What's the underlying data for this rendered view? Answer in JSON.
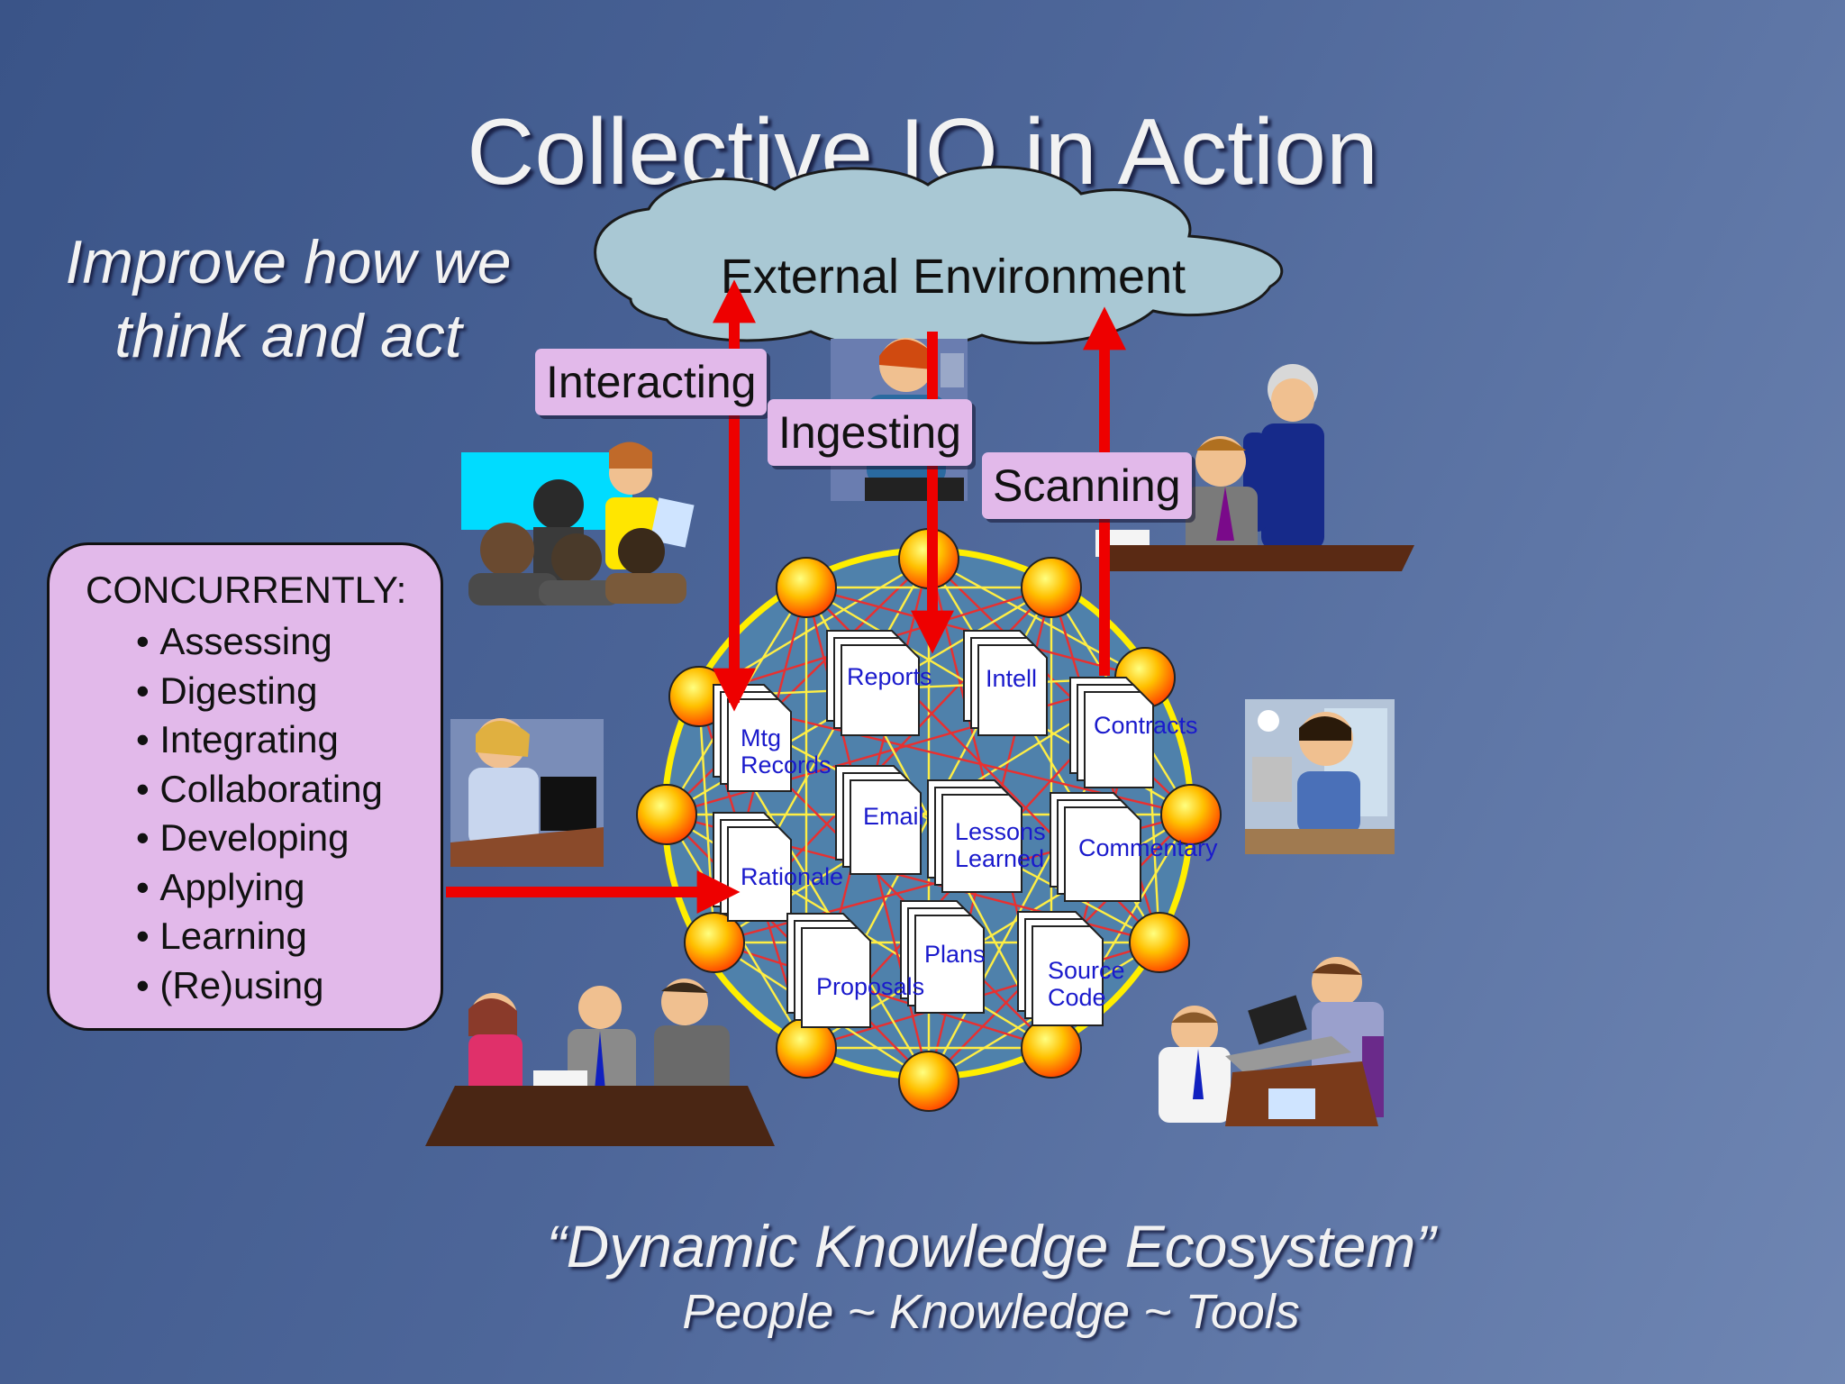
{
  "slide": {
    "title": "Collective IQ in Action",
    "subtitle_lines": [
      "Improve how we",
      "think and act"
    ],
    "footer_main": "“Dynamic Knowledge Ecosystem”",
    "footer_sub": "People ~ Knowledge ~ Tools"
  },
  "environment": {
    "label": "External Environment"
  },
  "actions": [
    {
      "label": "Interacting",
      "direction": "out"
    },
    {
      "label": "Ingesting",
      "direction": "in"
    },
    {
      "label": "Scanning",
      "direction": "out"
    }
  ],
  "concurrently": {
    "title": "CONCURRENTLY:",
    "items": [
      "Assessing",
      "Digesting",
      "Integrating",
      "Collaborating",
      "Developing",
      "Applying",
      "Learning",
      "(Re)using"
    ]
  },
  "knowledge_documents": [
    {
      "lines": [
        "Reports"
      ]
    },
    {
      "lines": [
        "Intell"
      ]
    },
    {
      "lines": [
        "Contracts"
      ]
    },
    {
      "lines": [
        "Mtg",
        "Records"
      ]
    },
    {
      "lines": [
        "Email"
      ]
    },
    {
      "lines": [
        "Lessons",
        "Learned"
      ]
    },
    {
      "lines": [
        "Commentary"
      ]
    },
    {
      "lines": [
        "Rationale"
      ]
    },
    {
      "lines": [
        "Plans"
      ]
    },
    {
      "lines": [
        "Proposals"
      ]
    },
    {
      "lines": [
        "Source",
        "Code"
      ]
    }
  ],
  "colors": {
    "background": "#4d6699",
    "label_fill": "#e2b9ea",
    "arrow": "#ee0000",
    "network_ring": "#ffee00",
    "cloud": "#a9c8d4",
    "doc_text": "#1a1acc"
  }
}
